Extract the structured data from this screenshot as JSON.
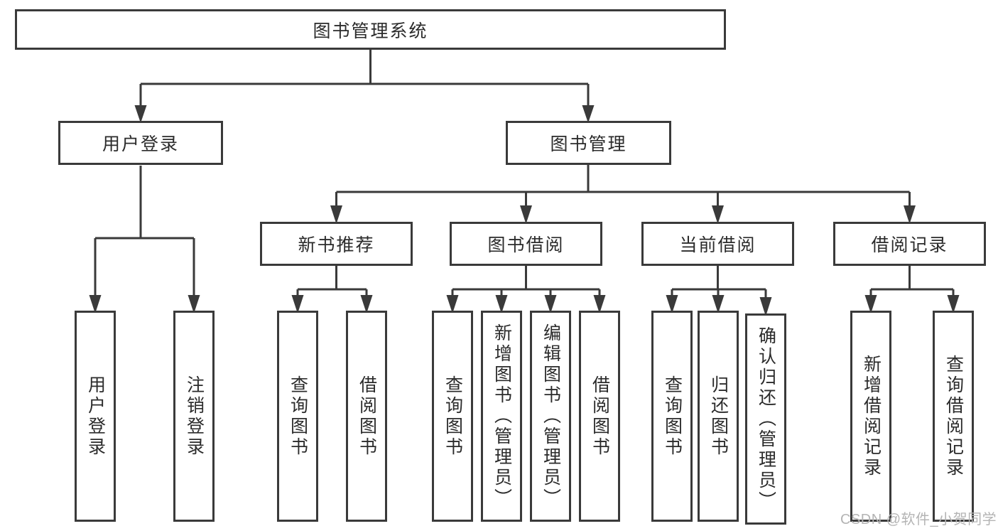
{
  "diagram_title": "图书管理系统",
  "tree": {
    "root": {
      "label": "图书管理系统",
      "children": [
        {
          "label": "用户登录",
          "children": [
            {
              "label": "用户登录"
            },
            {
              "label": "注销登录"
            }
          ]
        },
        {
          "label": "图书管理",
          "children": [
            {
              "label": "新书推荐",
              "children": [
                {
                  "label": "查询图书"
                },
                {
                  "label": "借阅图书"
                }
              ]
            },
            {
              "label": "图书借阅",
              "children": [
                {
                  "label": "查询图书"
                },
                {
                  "label": "新增图书（管理员）"
                },
                {
                  "label": "编辑图书（管理员）"
                },
                {
                  "label": "借阅图书"
                }
              ]
            },
            {
              "label": "当前借阅",
              "children": [
                {
                  "label": "查询图书"
                },
                {
                  "label": "归还图书"
                },
                {
                  "label": "确认归还（管理员）"
                }
              ]
            },
            {
              "label": "借阅记录",
              "children": [
                {
                  "label": "新增借阅记录"
                },
                {
                  "label": "查询借阅记录"
                }
              ]
            }
          ]
        }
      ]
    }
  },
  "watermark": "CSDN @软件_小贺同学",
  "colors": {
    "line": "#3a3a3a",
    "box_border": "#3a3a3a",
    "text": "#2b2b2b",
    "watermark_text": "#b4b4b4",
    "background": "#ffffff"
  }
}
